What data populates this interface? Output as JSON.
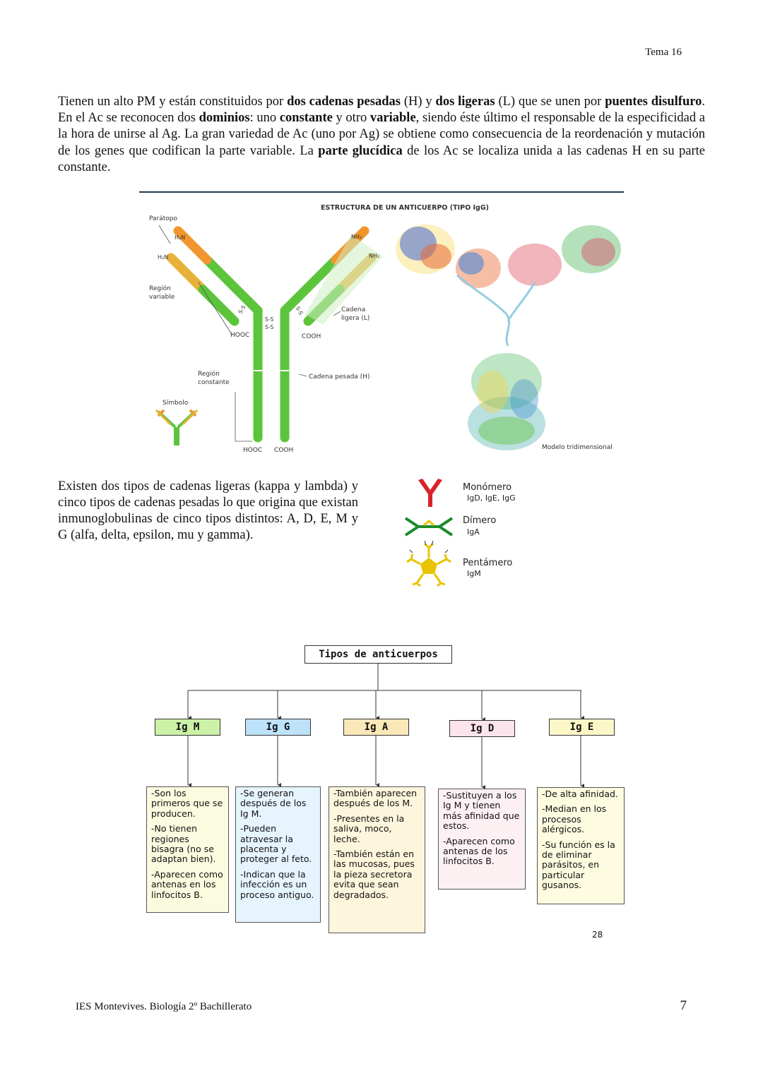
{
  "header": {
    "topic": "Tema 16"
  },
  "intro": {
    "parts": [
      {
        "t": "Tienen un alto PM y están constituidos por ",
        "b": false
      },
      {
        "t": "dos cadenas pesadas",
        "b": true
      },
      {
        "t": " (H) y ",
        "b": false
      },
      {
        "t": "dos ligeras",
        "b": true
      },
      {
        "t": " (L) que se unen por ",
        "b": false
      },
      {
        "t": "puentes disulfuro",
        "b": true
      },
      {
        "t": ". En el Ac se reconocen dos ",
        "b": false
      },
      {
        "t": "dominios",
        "b": true
      },
      {
        "t": ": uno ",
        "b": false
      },
      {
        "t": "constante",
        "b": true
      },
      {
        "t": " y otro ",
        "b": false
      },
      {
        "t": "variable",
        "b": true
      },
      {
        "t": ", siendo éste último el responsable de la especificidad a la hora de unirse al Ag. La gran variedad de Ac (uno por Ag) se obtiene como consecuencia de la reordenación y mutación de los genes que codifican la parte variable. La ",
        "b": false
      },
      {
        "t": "parte glucídica",
        "b": true
      },
      {
        "t": " de los Ac se localiza unida a las cadenas H en su parte constante.",
        "b": false
      }
    ]
  },
  "figure": {
    "title": "ESTRUCTURA DE UN ANTICUERPO (TIPO IgG)",
    "labels": {
      "paratope": "Parátopo",
      "h2n_a": "H₂N",
      "h2n_b": "H₂N",
      "nh2_a": "NH₂",
      "nh2_b": "NH₂",
      "variable_region_1": "Región",
      "variable_region_2": "variable",
      "ss_1": "S-S",
      "ss_2": "S-S",
      "ss_3": "S-S",
      "ss_4": "S-S",
      "hooc_1": "HOOC",
      "cooh_1": "COOH",
      "light_chain_1": "Cadena",
      "light_chain_2": "ligera (L)",
      "constant_region_1": "Región",
      "constant_region_2": "constante",
      "heavy_chain": "Cadena pesada (H)",
      "symbol": "Símbolo",
      "hooc_2": "HOOC",
      "cooh_2": "COOH",
      "model_3d": "Modelo tridimensional"
    }
  },
  "types_text": "Existen dos tipos de cadenas ligeras (kappa y lambda) y cinco tipos de cadenas pesadas lo que origina que existan inmunoglobulinas de cinco tipos distintos: A, D, E, M y G (alfa, delta, epsilon, mu y gamma).",
  "legend": [
    {
      "label": "Monómero",
      "sub": "IgD, IgE, IgG",
      "color": "#d8232a"
    },
    {
      "label": "Dímero",
      "sub": "IgA",
      "color": "#1a8a2a"
    },
    {
      "label": "Pentámero",
      "sub": "IgM",
      "color": "#e8c400"
    }
  ],
  "tree": {
    "title": "Tipos de anticuerpos",
    "types": [
      {
        "name": "Ig M",
        "color": "#ccf2a8",
        "box_color": "#fbfbe0",
        "points": [
          "-Son los primeros que se producen.",
          "-No tienen regiones bisagra (no se adaptan bien).",
          "-Aparecen como antenas en los linfocitos B."
        ]
      },
      {
        "name": "Ig G",
        "color": "#bfe2fb",
        "box_color": "#e6f4fd",
        "points": [
          "-Se generan después de los Ig M.",
          "-Pueden atravesar la placenta y proteger al feto.",
          "-Indican que la infección es un proceso antiguo."
        ]
      },
      {
        "name": "Ig A",
        "color": "#fbe8b8",
        "box_color": "#fdf6dc",
        "points": [
          "-También aparecen después de los M.",
          "-Presentes en la saliva, moco, leche.",
          "-También están en las mucosas, pues la pieza secretora evita que sean degradados."
        ]
      },
      {
        "name": "Ig D",
        "color": "#fbe4ea",
        "box_color": "#fdf0f3",
        "points": [
          "-Sustituyen a los Ig M y tienen más afinidad que estos.",
          "-Aparecen como antenas de los linfocitos B."
        ]
      },
      {
        "name": "Ig E",
        "color": "#fdf7c8",
        "box_color": "#fdfbe0",
        "points": [
          "-De alta afinidad.",
          "-Median en los procesos alérgicos.",
          "-Su función es la de eliminar parásitos, en particular gusanos."
        ]
      }
    ],
    "page_ref": "28"
  },
  "footer": {
    "left": "IES Montevives. Biología 2º Bachillerato",
    "page": "7"
  }
}
